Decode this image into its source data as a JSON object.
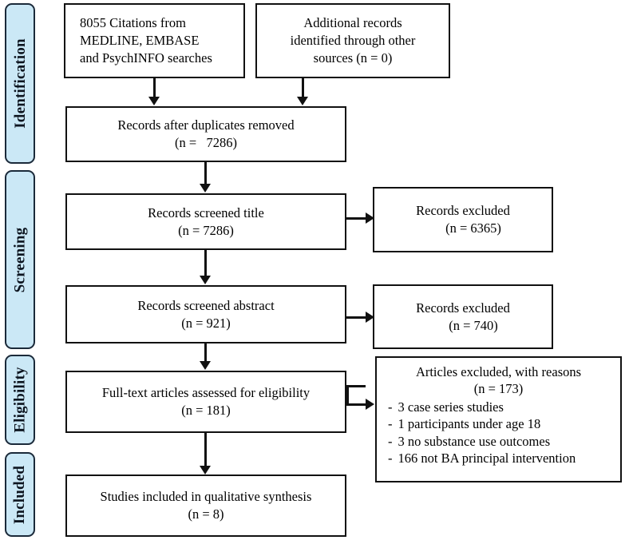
{
  "diagram": {
    "title": "PRISMA study selection flow diagram",
    "accent_color": "#cbe8f6",
    "border_color": "#1b2a3a",
    "line_color": "#111111"
  },
  "stages": [
    {
      "label": "Identification"
    },
    {
      "label": "Screening"
    },
    {
      "label": "Eligibility"
    },
    {
      "label": "Included"
    }
  ],
  "boxes": {
    "identification_db": {
      "line1": "8055 Citations from",
      "line2": "MEDLINE, EMBASE",
      "line3": "and PsychINFO searches"
    },
    "identification_other": {
      "line1": "Additional records",
      "line2": "identified through other",
      "line3": "sources (n = 0)"
    },
    "duplicates_removed": {
      "line1": "Records after duplicates removed",
      "line2": "(n =   7286)"
    },
    "screened_title": {
      "line1": "Records screened title",
      "line2": "(n = 7286)"
    },
    "excluded_title": {
      "line1": "Records excluded",
      "line2": "(n = 6365)"
    },
    "screened_abstract": {
      "line1": "Records screened abstract",
      "line2": "(n = 921)"
    },
    "excluded_abstract": {
      "line1": "Records excluded",
      "line2": "(n = 740)"
    },
    "full_text_assessed": {
      "line1": "Full-text articles assessed for eligibility",
      "line2": "(n = 181)"
    },
    "articles_excluded": {
      "line1": "Articles excluded, with reasons",
      "line2": "(n = 173)",
      "bullet_marker": "-",
      "reasons": [
        "3 case series studies",
        "1 participants under age 18",
        "3 no substance use outcomes",
        "166 not BA principal intervention"
      ]
    },
    "included_studies": {
      "line1": "Studies included in qualitative synthesis",
      "line2": "(n = 8)"
    }
  }
}
